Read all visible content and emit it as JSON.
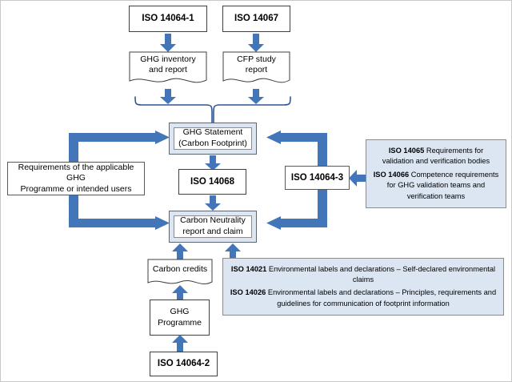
{
  "diagram": {
    "title": "ISO carbon footprint and carbon neutrality standards flow",
    "colors": {
      "arrow_blue": "#4376b8",
      "bracket_blue": "#4376b8",
      "brace_navy": "#2f5597",
      "panel_fill": "#dbe6f2",
      "box_border": "#3f3f3f",
      "canvas": "#ffffff"
    }
  },
  "nodes": {
    "iso_14064_1": {
      "label": "ISO 14064-1"
    },
    "iso_14067": {
      "label": "ISO 14067"
    },
    "ghg_inventory": {
      "line1": "GHG inventory",
      "line2": "and report"
    },
    "cfp_study": {
      "line1": "CFP study",
      "line2": "report"
    },
    "ghg_statement": {
      "line1": "GHG Statement",
      "line2": "(Carbon Footprint)"
    },
    "iso_14068": {
      "label": "ISO 14068"
    },
    "iso_14064_3": {
      "label": "ISO 14064-3"
    },
    "carbon_neutrality": {
      "line1": "Carbon Neutrality",
      "line2": "report and claim"
    },
    "requirements_ghg_programme": {
      "line1": "Requirements of the applicable GHG",
      "line2": "Programme or intended users"
    },
    "carbon_credits": {
      "label": "Carbon credits"
    },
    "ghg_programme": {
      "line1": "GHG",
      "line2": "Programme"
    },
    "iso_14064_2": {
      "label": "ISO 14064-2"
    }
  },
  "panels": {
    "validation_panel": {
      "entries": [
        {
          "std": "ISO 14065",
          "text": " Requirements for validation and verification bodies"
        },
        {
          "std": "ISO 14066",
          "text": " Competence requirements for GHG validation teams and verification teams"
        }
      ]
    },
    "labels_panel": {
      "entries": [
        {
          "std": "ISO 14021",
          "text": " Environmental labels and declarations – Self-declared environmental claims"
        },
        {
          "std": "ISO 14026",
          "text": " Environmental labels and declarations – Principles, requirements and guidelines for communication of footprint information"
        }
      ]
    }
  },
  "connectors": {
    "iso14064_1_to_ghg_inventory": {
      "direction": "down"
    },
    "iso14067_to_cfp_study": {
      "direction": "down"
    },
    "ghg_inventory_to_brace": {
      "direction": "down"
    },
    "cfp_study_to_brace": {
      "direction": "down"
    },
    "brace_to_ghg_statement": {
      "direction": "down"
    },
    "ghg_statement_to_iso14068": {
      "direction": "down"
    },
    "iso14068_to_carbon_neutrality": {
      "direction": "down"
    },
    "requirements_to_statement_and_claim": {
      "direction": "right-fork"
    },
    "iso14064_3_to_statement_and_claim": {
      "direction": "left-fork"
    },
    "validation_panel_to_iso14064_3": {
      "direction": "left"
    },
    "carbon_credits_to_carbon_neutrality": {
      "direction": "up"
    },
    "labels_panel_to_carbon_neutrality": {
      "direction": "up"
    },
    "ghg_programme_to_carbon_credits": {
      "direction": "up"
    },
    "iso14064_2_to_ghg_programme": {
      "direction": "up"
    }
  }
}
